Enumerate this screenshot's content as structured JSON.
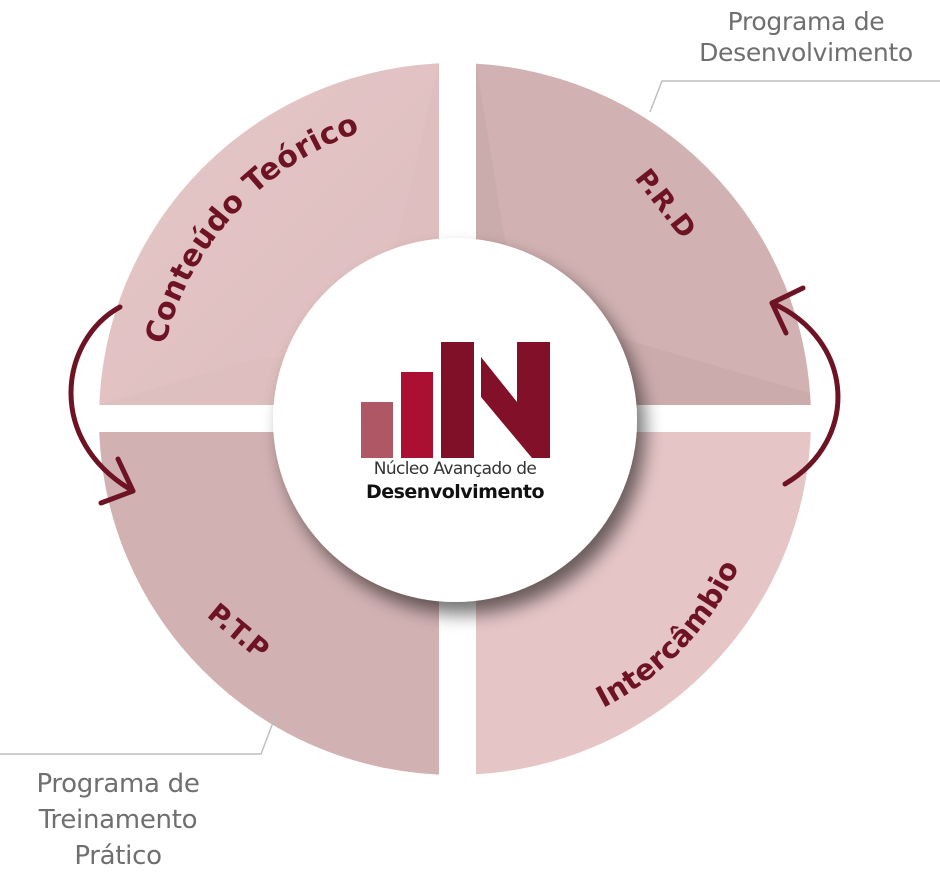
{
  "diagram": {
    "center": {
      "logo_line1": "Núcleo Avançado de",
      "logo_line2": "Desenvolvimento",
      "logo_icon": "bar-chart-n-logo"
    },
    "quadrants": [
      {
        "id": "top-left",
        "label": "Conteúdo Teórico",
        "color": "#e5c5c6"
      },
      {
        "id": "top-right",
        "label": "P.R.D",
        "color": "#d1b1b2"
      },
      {
        "id": "bottom-right",
        "label": "Intercâmbio",
        "color": "#e5c5c6"
      },
      {
        "id": "bottom-left",
        "label": "P.T.P",
        "color": "#d1b1b2"
      }
    ],
    "callouts": {
      "prd": {
        "lines": [
          "Programa de",
          "Desenvolvimento"
        ]
      },
      "ptp": {
        "lines": [
          "Programa de",
          "Treinamento",
          "Prático"
        ]
      }
    },
    "arrows": [
      {
        "id": "left-arrow",
        "from": "Conteúdo Teórico",
        "to": "P.T.P",
        "icon": "curved-arrow-down-icon"
      },
      {
        "id": "right-arrow",
        "from": "Intercâmbio",
        "to": "P.R.D",
        "icon": "curved-arrow-up-icon"
      }
    ],
    "colors": {
      "label_text": "#6d1324",
      "arrow": "#6d1324",
      "quadrant_light": "#e5c5c6",
      "quadrant_dark": "#d1b1b2",
      "logo_bar_1": "#b05766",
      "logo_bar_2": "#ab0f32",
      "logo_bar_3": "#7f1027",
      "logo_n": "#821028",
      "callout_text": "#6f6f6f",
      "leader_line": "#bdbdbd"
    }
  }
}
